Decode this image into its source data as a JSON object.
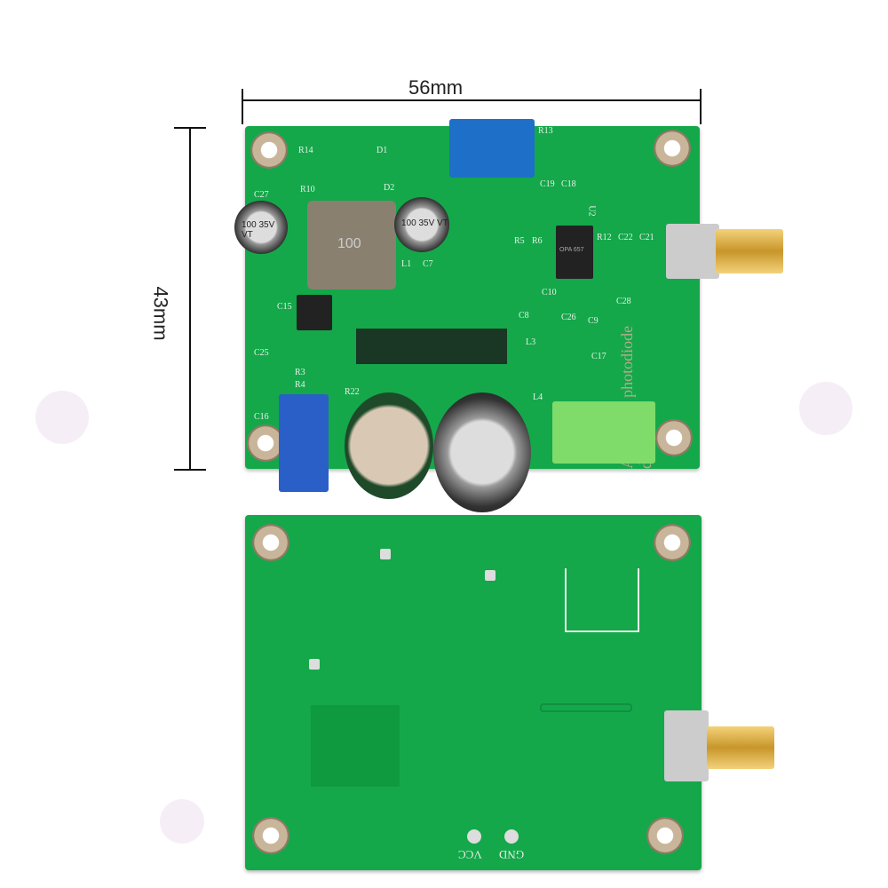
{
  "dimensions": {
    "width": "56mm",
    "height": "43mm"
  },
  "front_board": {
    "title": "Avalanche photodiode driver",
    "capacitor_labels": [
      "100 35V VT",
      "100 35V VT"
    ],
    "inductor_marking": "100",
    "chip_marking": "OPA 657",
    "components": [
      "R13",
      "R14",
      "D1",
      "R10",
      "D2",
      "C27",
      "C19",
      "C18",
      "U2",
      "R5",
      "R6",
      "R12",
      "C22",
      "C21",
      "C10",
      "C28",
      "C26",
      "C9",
      "L1",
      "C7",
      "C15",
      "C8",
      "L3",
      "C17",
      "C25",
      "R3",
      "R4",
      "C16",
      "R22",
      "L4"
    ]
  },
  "back_board": {
    "labels": [
      "GND",
      "VCC"
    ]
  },
  "colors": {
    "pcb": "#14a84a",
    "terminal_blue": "#1e6fc8",
    "terminal_green": "#7fdc6a"
  }
}
